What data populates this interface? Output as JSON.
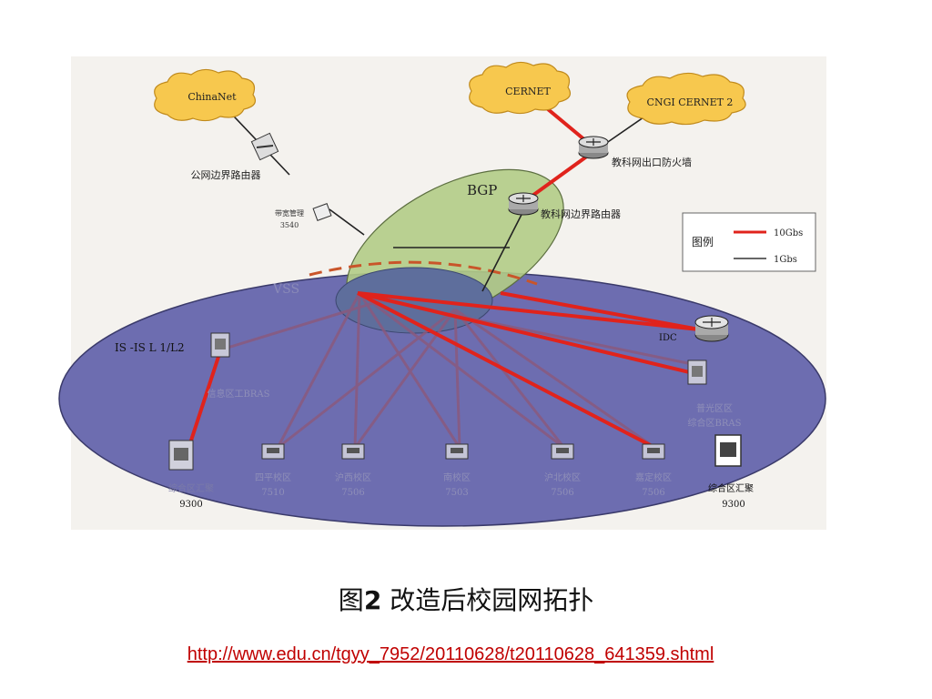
{
  "clouds": {
    "chinanet": "ChinaNet",
    "cernet": "CERNET",
    "cngi": "CNGI CERNET 2"
  },
  "labels": {
    "public_router": "公网边界路由器",
    "bandwidth_mgmt": "带宽管理",
    "bandwidth_model": "3540",
    "bgp": "BGP",
    "edu_border_router": "教科网边界路由器",
    "edu_firewall": "教科网出口防火墙",
    "vss": "VSS",
    "isis": "IS -IS L 1/L2",
    "idc": "IDC",
    "left_bras": "信息区工BRAS",
    "right_bras": "普光区\n综合区BRAS",
    "left_agg_name": "综合区汇聚",
    "left_agg_model": "9300",
    "right_agg_name": "综合区汇聚",
    "right_agg_model": "9300"
  },
  "campuses": [
    {
      "name": "四平校区",
      "model": "7510"
    },
    {
      "name": "沪西校区",
      "model": "7506"
    },
    {
      "name": "南校区",
      "model": "7503"
    },
    {
      "name": "沪北校区",
      "model": "7506"
    },
    {
      "name": "嘉定校区",
      "model": "7506"
    }
  ],
  "legend": {
    "title": "图例",
    "item_10g": "10Gbs",
    "item_1g": "1Gbs",
    "color_10g": "#e0231c",
    "color_1g": "#333333"
  },
  "colors": {
    "campus_ellipse": "#6a6aaa",
    "bgp_ellipse": "#a8c67a",
    "core": "#5c6a98"
  },
  "caption": {
    "prefix": "图",
    "number": "2",
    "text": " 改造后校园网拓扑"
  },
  "url": "http://www.edu.cn/tgyy_7952/20110628/t20110628_641359.shtml"
}
